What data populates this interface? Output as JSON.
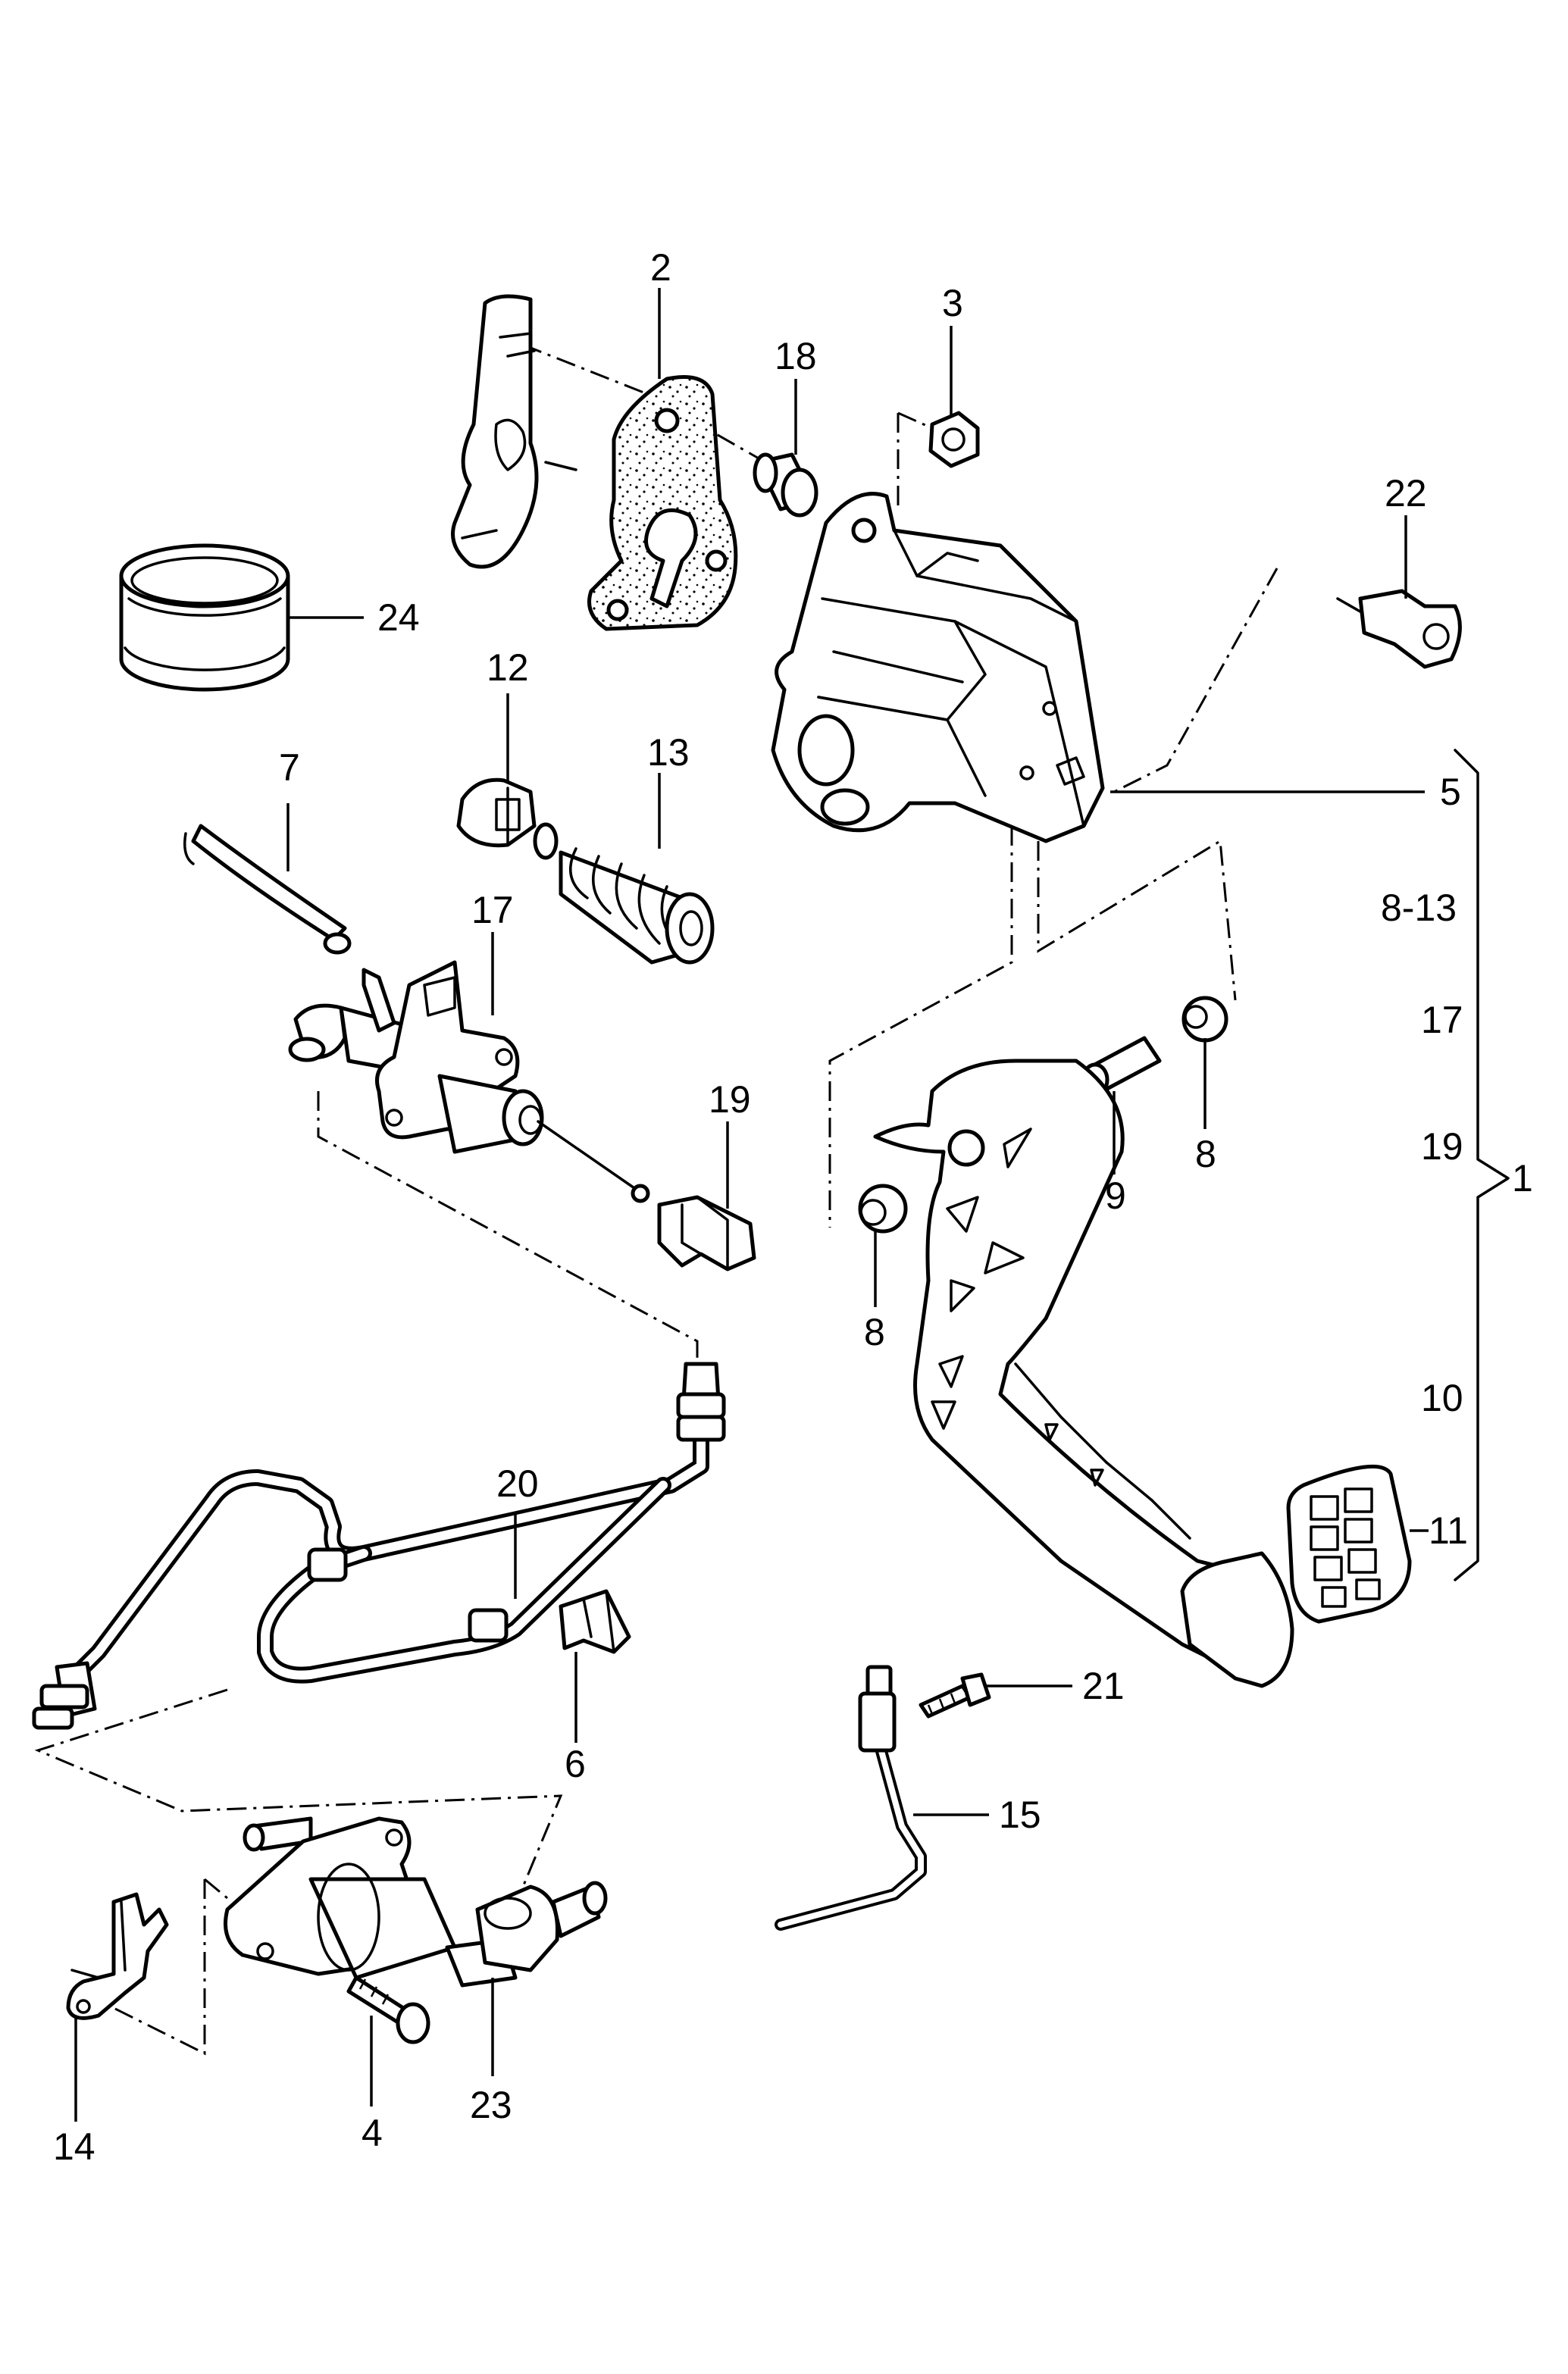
{
  "callouts": {
    "c1": "1",
    "c2": "2",
    "c3": "3",
    "c4": "4",
    "c5": "5",
    "c6": "6",
    "c7": "7",
    "c8a": "8",
    "c8b": "8",
    "c9": "9",
    "c10": "10",
    "c11": "11",
    "c12": "12",
    "c13": "13",
    "c14": "14",
    "c15": "15",
    "c17a": "17",
    "c17b": "17",
    "c18": "18",
    "c19a": "19",
    "c19b": "19",
    "c20": "20",
    "c21": "21",
    "c22": "22",
    "c23": "23",
    "c24": "24",
    "c8_13": "8-13"
  },
  "colors": {
    "line": "#000000",
    "background": "#ffffff"
  }
}
